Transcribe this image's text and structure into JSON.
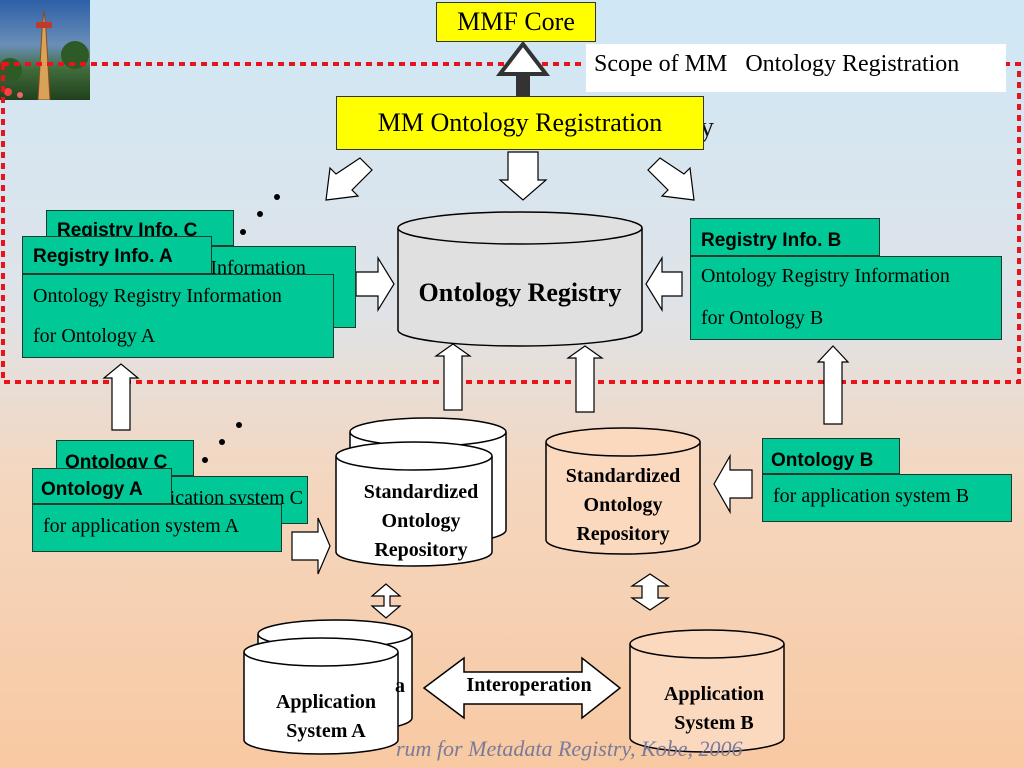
{
  "mmf_core": "MMF Core",
  "scope_label": "Scope of MM   Ontology Registration",
  "registration": "MM Ontology Registration",
  "registration_obscured_tail": "y",
  "ontology_registry": "Ontology Registry",
  "registry_info": {
    "c": {
      "title": "Registry Info. C",
      "line1": "Ontology Registry Information"
    },
    "a": {
      "title": "Registry Info. A",
      "line1": "Ontology Registry Information",
      "line2": "for Ontology A"
    },
    "b": {
      "title": "Registry Info. B",
      "line1": "Ontology Registry Information",
      "line2": "for Ontology B"
    }
  },
  "ontology": {
    "c": {
      "title": "Ontology C",
      "line1": "for application system C"
    },
    "a": {
      "title": "Ontology A",
      "line1": "for application system A"
    },
    "b": {
      "title": "Ontology B",
      "line1": "for application system B"
    }
  },
  "repo_left": "Standardized\nOntology\nRepository",
  "repo_right": "Standardized\nOntology\nRepository",
  "app_a": "Application\nSystem A",
  "app_a_back_tail": "a",
  "app_b": "Application\nSystem B",
  "interoperation": "Interoperation",
  "footer": "rum for Metadata Registry, Kobe, 2006",
  "colors": {
    "yellow": "#ffff00",
    "green": "#00c896",
    "red_dotted": "#e8141c",
    "cylinder_gray": "#e0e0e0",
    "cylinder_peach": "#fbd9bf"
  }
}
